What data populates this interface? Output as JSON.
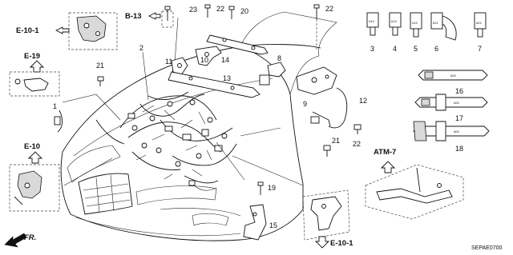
{
  "refs": {
    "e10_1_top": "E-10-1",
    "b13": "B-13",
    "e19": "E-19",
    "e10": "E-10",
    "atm7": "ATM-7",
    "e10_1_bottom": "E-10-1"
  },
  "callouts": {
    "n1": "1",
    "n2": "2",
    "n3": "3",
    "n4": "4",
    "n5": "5",
    "n6": "6",
    "n7": "7",
    "n8": "8",
    "n9": "9",
    "n10": "10",
    "n11": "11",
    "n12": "12",
    "n13": "13",
    "n14": "14",
    "n15": "15",
    "n16": "16",
    "n17": "17",
    "n18": "18",
    "n19": "19",
    "n20": "20",
    "n21a": "21",
    "n21b": "21",
    "n22a": "22",
    "n22b": "22",
    "n22c": "22",
    "n23": "23"
  },
  "clip_labels": {
    "c3": "#10",
    "c4": "#13",
    "c5": "#19",
    "c6": "#21",
    "c7": "#22",
    "c16": "#00",
    "c17": "#00",
    "c18": "#00"
  },
  "front_label": "FR.",
  "diagram_code": "SEPAE0700"
}
